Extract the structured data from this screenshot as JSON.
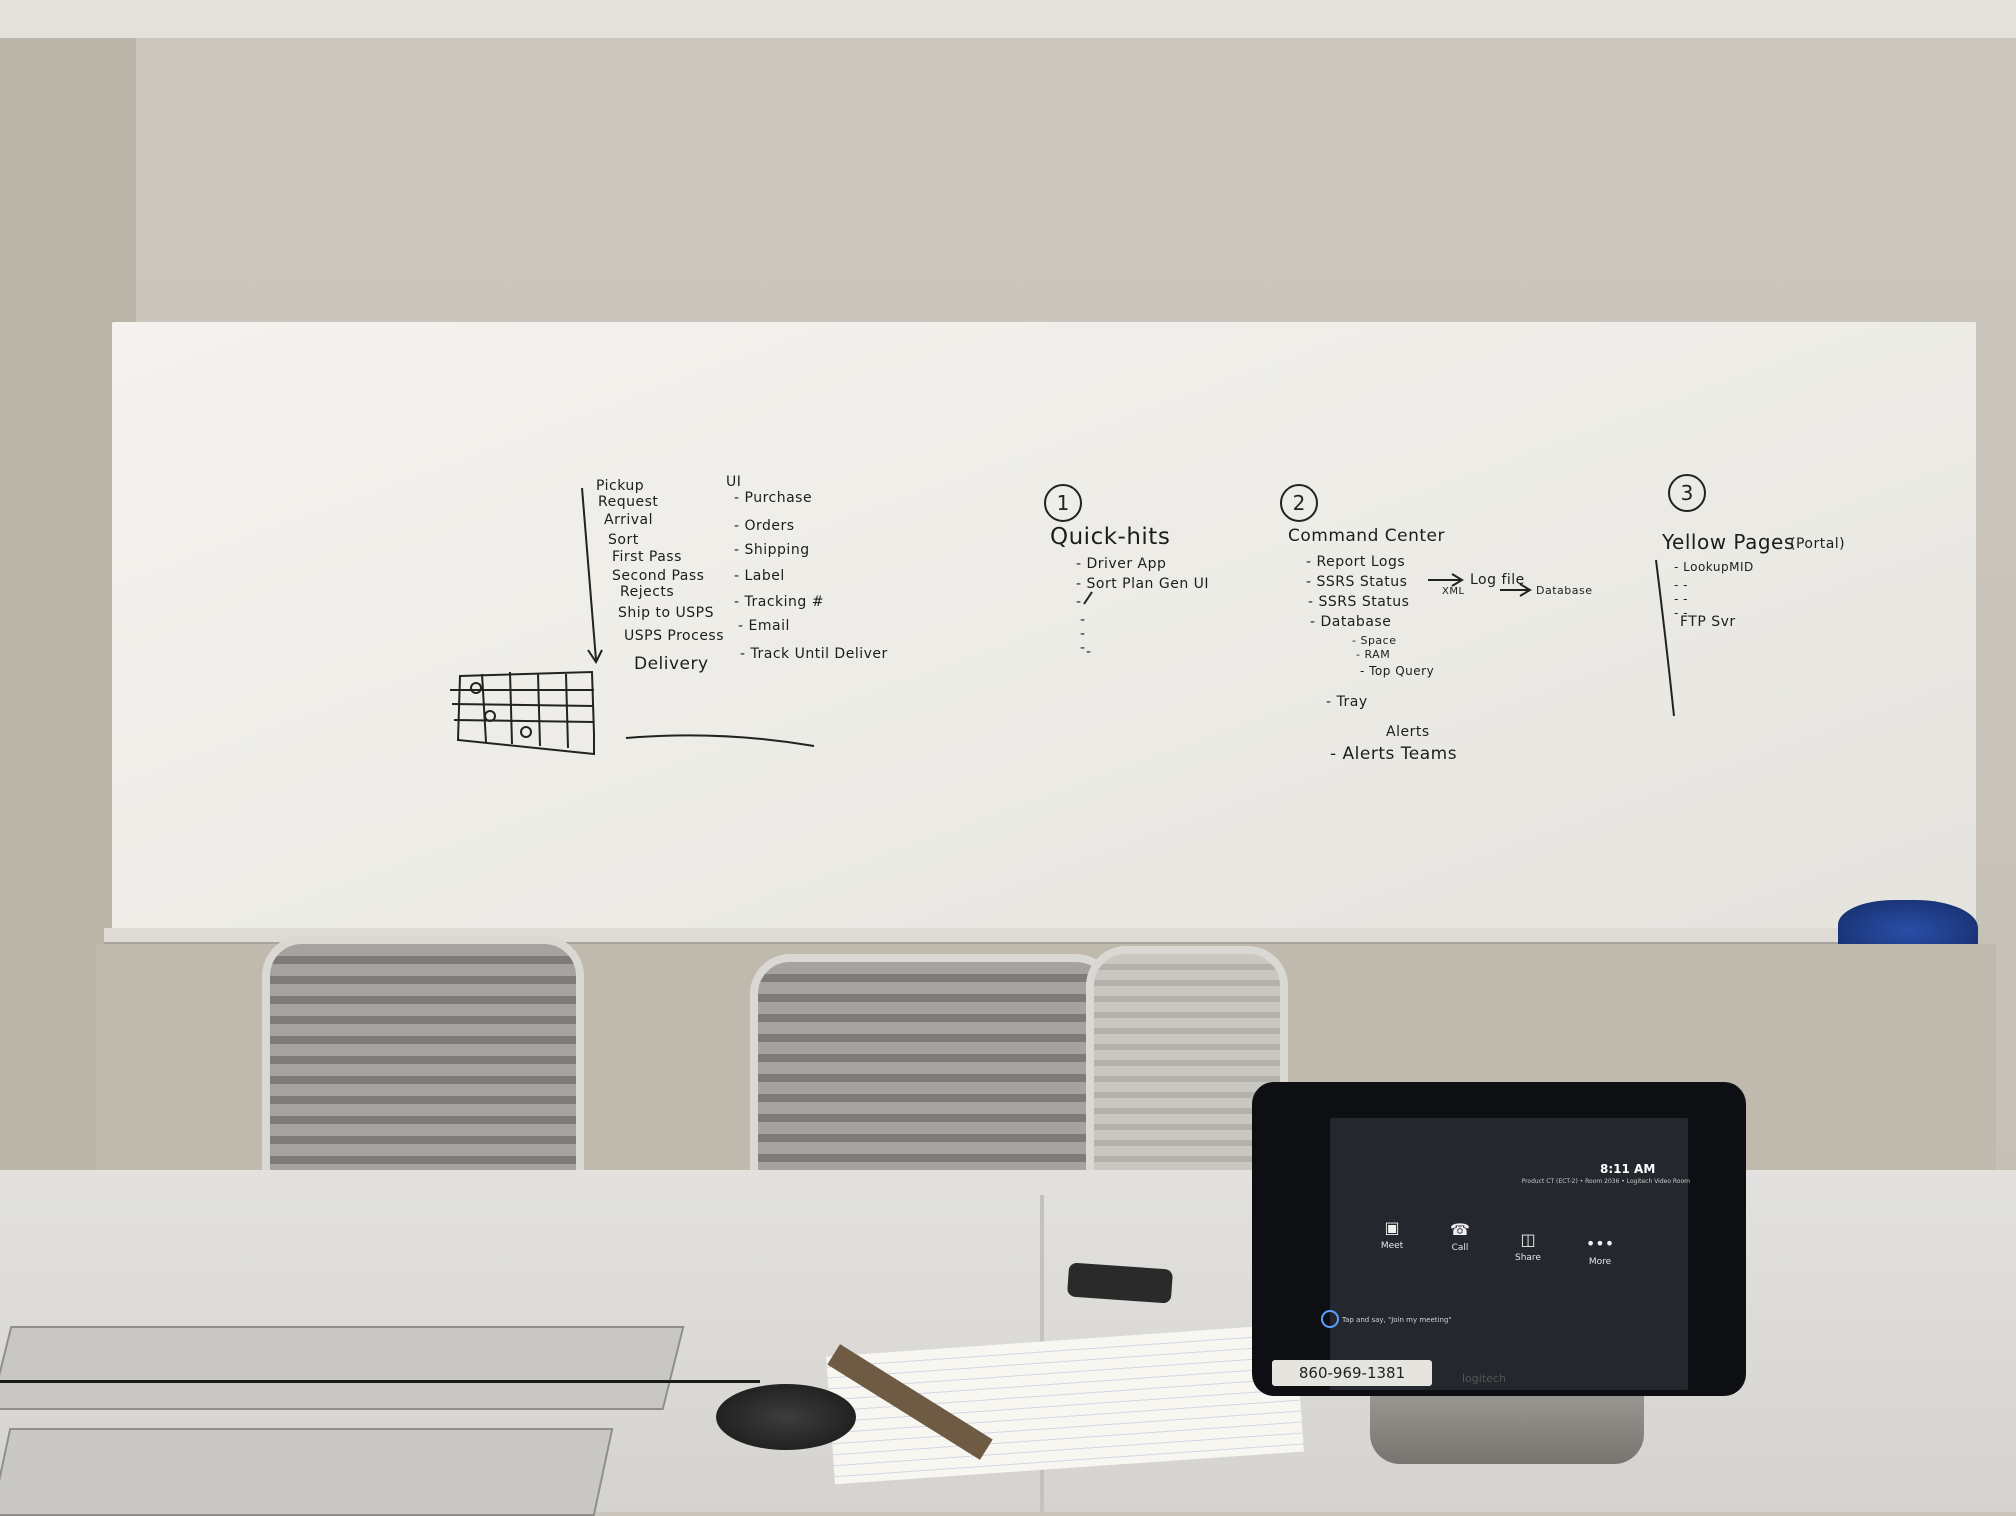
{
  "whiteboard": {
    "left_column_a": [
      "Pickup",
      "Request",
      "Arrival",
      "Sort",
      "First Pass",
      "Second Pass",
      "Rejects",
      "Ship to USPS",
      "USPS Process",
      "Delivery"
    ],
    "left_column_b": [
      "UI",
      "- Purchase",
      "- Orders",
      "- Shipping",
      "- Label",
      "- Tracking #",
      "- Email",
      "- Track Until Deliver"
    ],
    "section1": {
      "number": "1",
      "title": "Quick-hits",
      "items": [
        "- Driver App",
        "- Sort Plan Gen UI",
        "-",
        "-",
        "-",
        "-",
        "-"
      ]
    },
    "section2": {
      "number": "2",
      "title": "Command Center",
      "items": [
        "- Report Logs",
        "- SSRS Status",
        "- SSRS Status",
        "- Database",
        "- Space",
        "- RAM",
        "- Top Query",
        "- Tray",
        "Alerts",
        "- Alerts Teams"
      ],
      "arrow_notes": [
        "Log file",
        "XML",
        "Database"
      ]
    },
    "section3": {
      "number": "3",
      "title": "Yellow Pages",
      "title_note": "(Portal)",
      "items": [
        "- LookupMID",
        "- -",
        "- -",
        "- -",
        "FTP Svr"
      ]
    }
  },
  "tablet": {
    "time": "8:11 AM",
    "info": "Product CT (ECT-2) • Room 2036 • Logitech Video Room",
    "buttons": [
      {
        "label": "Meet",
        "icon": "video-icon"
      },
      {
        "label": "Call",
        "icon": "phone-icon"
      },
      {
        "label": "Share",
        "icon": "share-icon"
      },
      {
        "label": "More",
        "icon": "more-icon"
      }
    ],
    "hint": "Tap and say, \"Join my meeting\"",
    "phone_label": "860-969-1381",
    "brand": "logitech"
  },
  "colors": {
    "marker": "#1d1d1d",
    "screen": "#24272d",
    "accent": "#5aa0ff",
    "rag": "#2a4fa8"
  }
}
